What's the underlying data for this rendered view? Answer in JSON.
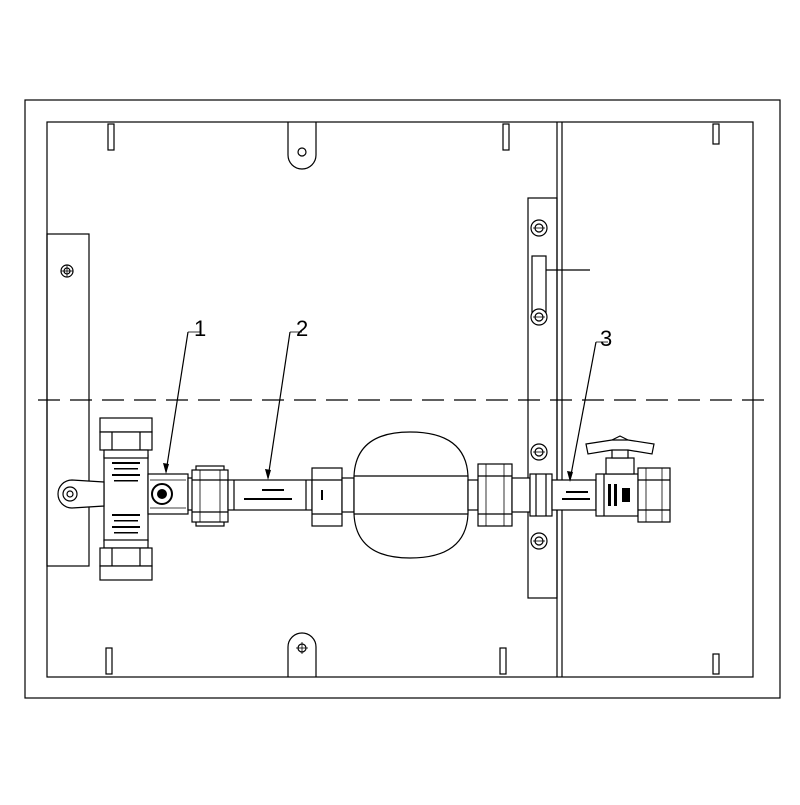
{
  "callouts": [
    {
      "id": "1",
      "label": "1"
    },
    {
      "id": "2",
      "label": "2"
    },
    {
      "id": "3",
      "label": "3"
    }
  ],
  "colors": {
    "line": "#000000",
    "background": "#ffffff"
  },
  "icons": [
    "mounting-slot-icon",
    "screw-icon",
    "crosshair-icon"
  ]
}
